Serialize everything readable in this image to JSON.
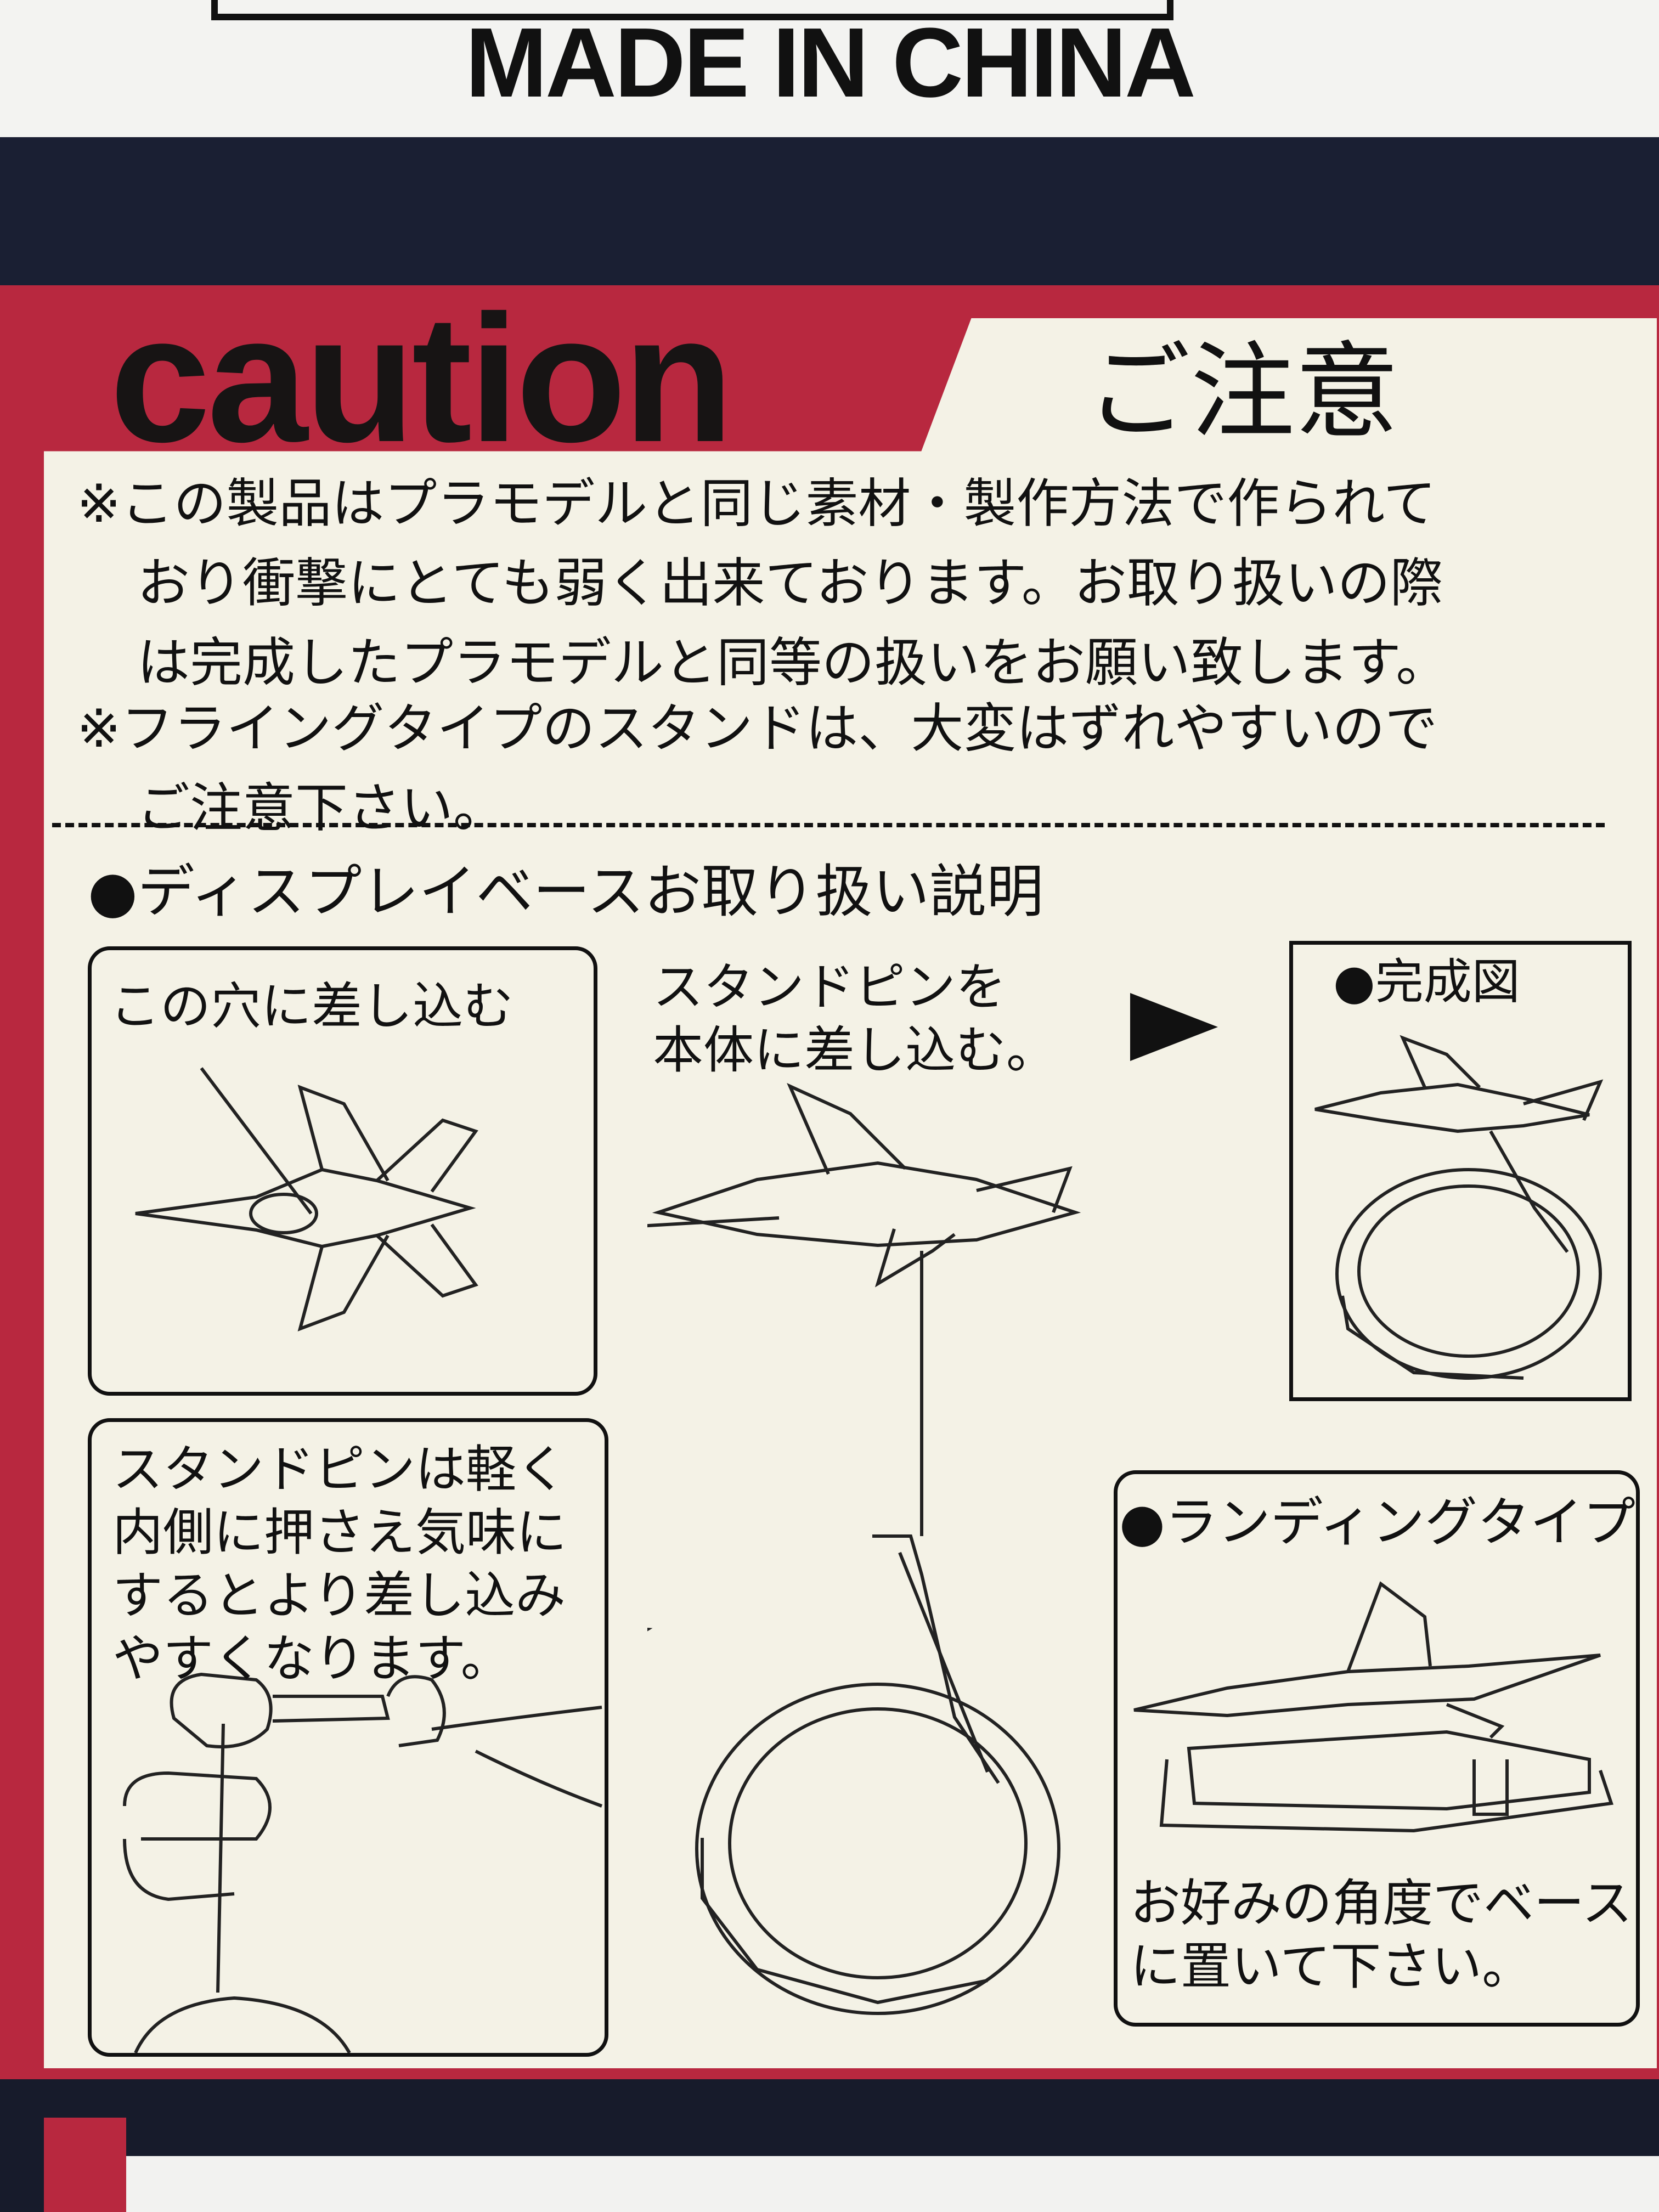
{
  "header": {
    "made_in": "MADE IN CHINA"
  },
  "caution": {
    "word_en": "caution",
    "title_jp": "ご注意",
    "note1": [
      "※この製品はプラモデルと同じ素材・製作方法で作られて",
      "おり衝撃にとても弱く出来ております。お取り扱いの際",
      "は完成したプラモデルと同等の扱いをお願い致します。"
    ],
    "note2": [
      "※フライングタイプのスタンドは、大変はずれやすいので",
      "ご注意下さい。"
    ]
  },
  "display_base": {
    "heading": "●ディスプレイベースお取り扱い説明",
    "hole_label": "この穴に差し込む",
    "pin_label": [
      "スタンドピンを",
      "本体に差し込む。"
    ],
    "complete_label": "●完成図",
    "tip": [
      "スタンドピンは軽く",
      "内側に押さえ気味に",
      "するとより差し込み",
      "やすくなります。"
    ],
    "landing_label": "●ランディングタイプ",
    "landing_note": [
      "お好みの角度でベース",
      "に置いて下さい。"
    ]
  },
  "colors": {
    "panel_red": "#b8283f",
    "cream": "#f4f2e6",
    "dark_band": "#1a1f33",
    "ink": "#111111"
  }
}
